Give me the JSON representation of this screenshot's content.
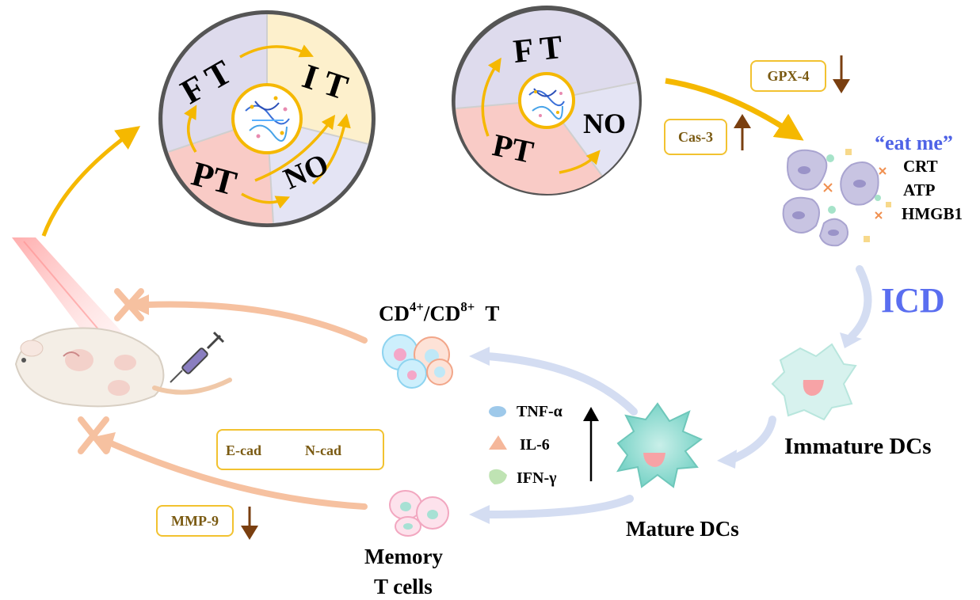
{
  "wheel_left": {
    "ft": "F T",
    "it": "I T",
    "pt": "PT",
    "no": "NO"
  },
  "wheel_right": {
    "ft": "F T",
    "pt": "PT",
    "no": "NO"
  },
  "markers": {
    "gpx4": "GPX-4",
    "cas3": "Cas-3",
    "mmp9": "MMP-9",
    "ecad": "E-cad",
    "ncad": "N-cad"
  },
  "dying_cell": {
    "eat_me": "“eat me”",
    "signals": [
      "CRT",
      "ATP",
      "HMGB1"
    ]
  },
  "icd": "ICD",
  "cells": {
    "immature_dcs": "Immature DCs",
    "mature_dcs": "Mature DCs",
    "t_cells_prefix": "CD",
    "t_cells_sup1": "4+",
    "t_cells_mid": "/CD",
    "t_cells_sup2": "8+",
    "t_cells_suffix": "  T",
    "memory_line1": "Memory",
    "memory_line2": "T cells"
  },
  "cytokines": [
    "TNF-α",
    "IL-6",
    "IFN-γ"
  ],
  "colors": {
    "ft_sector": "#dedbed",
    "it_sector": "#fdf0cc",
    "pt_sector": "#f9cbc6",
    "no_sector": "#e4e4f4",
    "arrow_gold": "#f5b800",
    "arrow_down_brown": "#7a3f10",
    "icd_blue": "#5a6ef0",
    "inhibit_orange": "#f6c1a0",
    "pathway_blue": "#d4ddf2"
  }
}
